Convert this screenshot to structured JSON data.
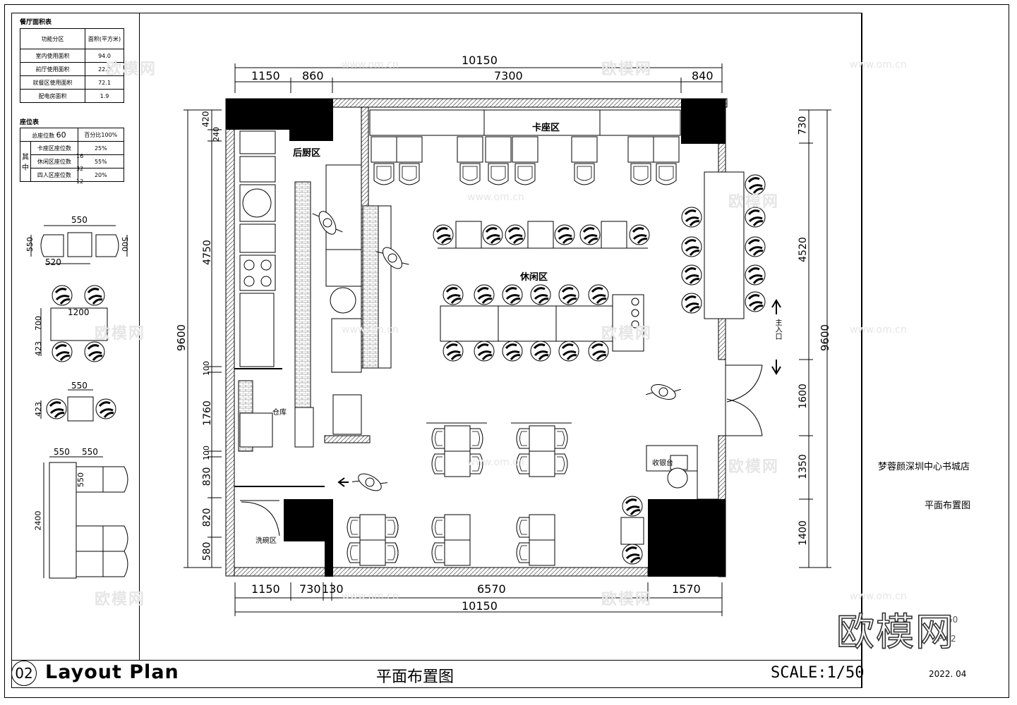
{
  "sheet": {
    "number": "02",
    "title_en": "Layout Plan",
    "title_cn": "平面布置图",
    "scale": "SCALE:1/50",
    "project_name": "梦蓉颜深圳中心书城店",
    "drawing_name": "平面布置图",
    "logo": "欧模网",
    "sheet_code_a": "50",
    "sheet_code_b": "P-02",
    "date": "2022. 04"
  },
  "area_table": {
    "caption": "餐厅面积表",
    "headers": [
      "功能分区",
      "面积(平方米)"
    ],
    "rows": [
      [
        "室内使用面积",
        "94.0"
      ],
      [
        "前厅使用面积",
        "22.0"
      ],
      [
        "就餐区使用面积",
        "72.1"
      ],
      [
        "配电房面积",
        "1.9"
      ]
    ]
  },
  "seat_table": {
    "caption": "座位表",
    "total_label": "总座位数",
    "total_value": "60",
    "percent_label": "百分比100%",
    "side_label": "其中",
    "rows": [
      [
        "卡座区座位数",
        "16",
        "25%"
      ],
      [
        "休闲区座位数",
        "32",
        "55%"
      ],
      [
        "四人区座位数",
        "12",
        "20%"
      ]
    ]
  },
  "seating_legend": {
    "booth": {
      "w": "550",
      "h1": "550",
      "h2": "500",
      "w2": "520"
    },
    "table4": {
      "w": "1200",
      "h": "700",
      "gap": "423"
    },
    "table2": {
      "w": "550",
      "gap": "423"
    },
    "sofa": {
      "w1": "550",
      "w2": "550",
      "h": "550",
      "len": "2400"
    }
  },
  "dimensions": {
    "top_total": "10150",
    "top_segments": [
      "1150",
      "860",
      "7300",
      "840"
    ],
    "bottom_total": "10150",
    "bottom_segments": [
      "1150",
      "730",
      "130",
      "6570",
      "1570"
    ],
    "left_total": "9600",
    "left_segments": [
      "420",
      "240",
      "4750",
      "100",
      "1760",
      "100",
      "830",
      "820",
      "580"
    ],
    "right_total": "9600",
    "right_segments": [
      "730",
      "4520",
      "1600",
      "1350",
      "1400"
    ]
  },
  "rooms": {
    "kitchen": "后厨区",
    "booth": "卡座区",
    "leisure": "休闲区",
    "storage": "仓库",
    "dishwash": "洗碗区",
    "cashier": "收银台",
    "entrance": "主入口"
  },
  "watermarks": {
    "brand": "欧模网",
    "site": "www.om.cn"
  },
  "colors": {
    "line": "#000000",
    "wall_fill": "#000000",
    "watermark": "#e6e6e6"
  }
}
